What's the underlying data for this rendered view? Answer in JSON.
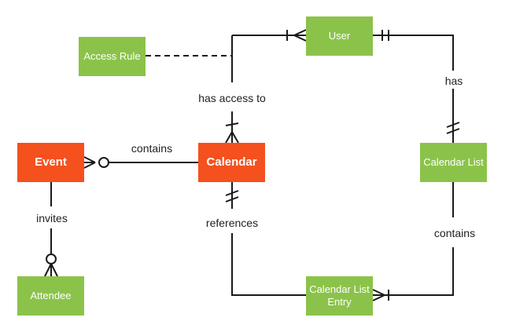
{
  "colors": {
    "entity_green": "#8BC34A",
    "entity_orange": "#F4511E",
    "connector": "#1a1a1a",
    "label_text": "#212121",
    "background": "#ffffff",
    "entity_text": "#ffffff"
  },
  "entities": {
    "access_rule": {
      "label": "Access Rule",
      "color": "green"
    },
    "user": {
      "label": "User",
      "color": "green"
    },
    "event": {
      "label": "Event",
      "color": "orange"
    },
    "calendar": {
      "label": "Calendar",
      "color": "orange"
    },
    "calendar_list": {
      "label": "Calendar List",
      "color": "green"
    },
    "attendee": {
      "label": "Attendee",
      "color": "green"
    },
    "calendar_list_entry": {
      "label": "Calendar List Entry",
      "color": "green"
    }
  },
  "relationships": {
    "has_access_to": {
      "label": "has access to",
      "from": "calendar",
      "to": "user",
      "from_cardinality": "one-or-many",
      "to_cardinality": "one-or-many"
    },
    "has": {
      "label": "has",
      "from": "user",
      "to": "calendar_list",
      "from_cardinality": "one-and-only-one",
      "to_cardinality": "one-and-only-one"
    },
    "contains_events": {
      "label": "contains",
      "from": "calendar",
      "to": "event",
      "from_cardinality": "none",
      "to_cardinality": "zero-or-many"
    },
    "invites": {
      "label": "invites",
      "from": "event",
      "to": "attendee",
      "from_cardinality": "none",
      "to_cardinality": "zero-or-many"
    },
    "references": {
      "label": "references",
      "from": "calendar",
      "to": "calendar_list_entry",
      "from_cardinality": "one-and-only-one",
      "to_cardinality": "none"
    },
    "contains_entries": {
      "label": "contains",
      "from": "calendar_list",
      "to": "calendar_list_entry",
      "from_cardinality": "none",
      "to_cardinality": "one-or-many"
    },
    "access_rule_link": {
      "label": "",
      "from": "access_rule",
      "to": "has_access_to_line",
      "style": "dashed"
    }
  }
}
